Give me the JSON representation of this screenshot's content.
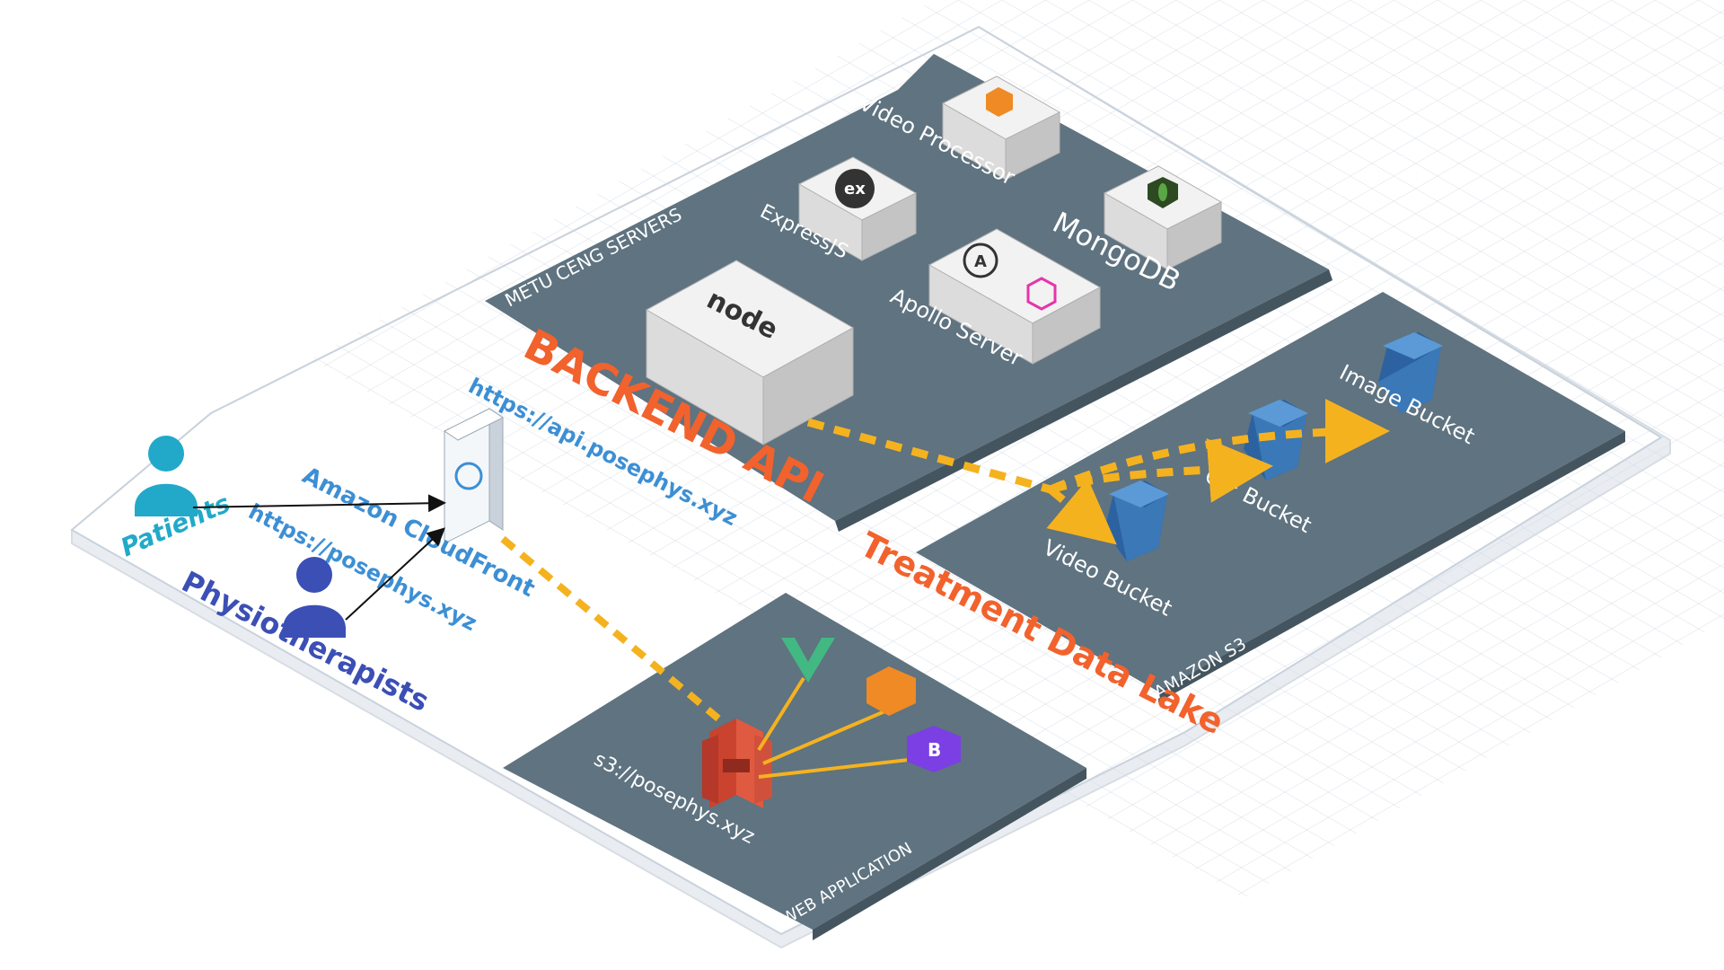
{
  "zones": {
    "backend": "METU CENG SERVERS",
    "s3": "AMAZON S3",
    "webapp": "WEB APPLICATION"
  },
  "headings": {
    "backend_api": "BACKEND API",
    "data_lake": "Treatment Data Lake"
  },
  "services": {
    "video_processor": "Video Processor",
    "expressjs": "ExpressJS",
    "mongodb": "MongoDB",
    "apollo": "Apollo Server",
    "node_logo": "node",
    "express_logo": "ex",
    "apollo_logo": "A",
    "bootstrap_logo": "B"
  },
  "buckets": {
    "image": "Image Bucket",
    "gif": "GIF Bucket",
    "video": "Video Bucket"
  },
  "users": {
    "patients": "Patients",
    "physiotherapists": "Physiotherapists"
  },
  "cdn": {
    "name": "Amazon CloudFront",
    "api_url": "https://api.posephys.xyz",
    "site_url": "https://posephys.xyz"
  },
  "webapp_bucket": "s3://posephys.xyz",
  "colors": {
    "zone": "#5f7380",
    "accent_orange": "#f2622d",
    "flow": "#f5b21f",
    "bucket": "#3a78b8",
    "link_blue": "#3d8fd4"
  }
}
